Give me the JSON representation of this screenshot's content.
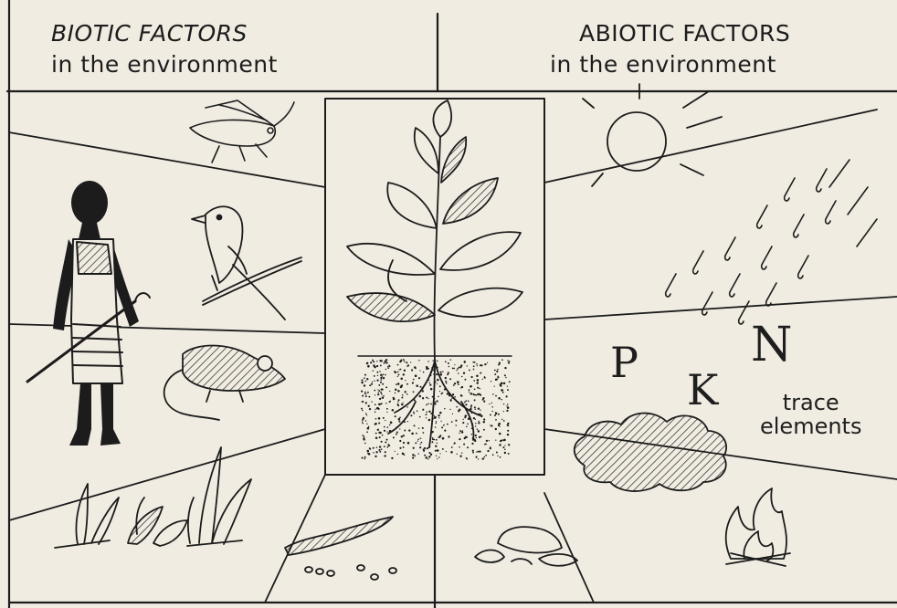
{
  "header": {
    "biotic_title": "BIOTIC FACTORS",
    "biotic_subtitle": "in the environment",
    "abiotic_title": "ABIOTIC FACTORS",
    "abiotic_subtitle": "in the environment"
  },
  "nutrients": {
    "p": "P",
    "n": "N",
    "k": "K",
    "trace_line1": "trace",
    "trace_line2": "elements"
  },
  "colors": {
    "paper": "#f1ece2",
    "ink": "#1c1c1c"
  },
  "icons": {
    "biotic": [
      "grasshopper-icon",
      "bird-icon",
      "person-icon",
      "mouse-icon",
      "grass-icon",
      "earthworm-icon"
    ],
    "center": [
      "plant-icon",
      "soil-icon"
    ],
    "abiotic": [
      "sun-icon",
      "rain-icon",
      "cloud-icon",
      "rocks-icon",
      "fire-icon"
    ]
  }
}
